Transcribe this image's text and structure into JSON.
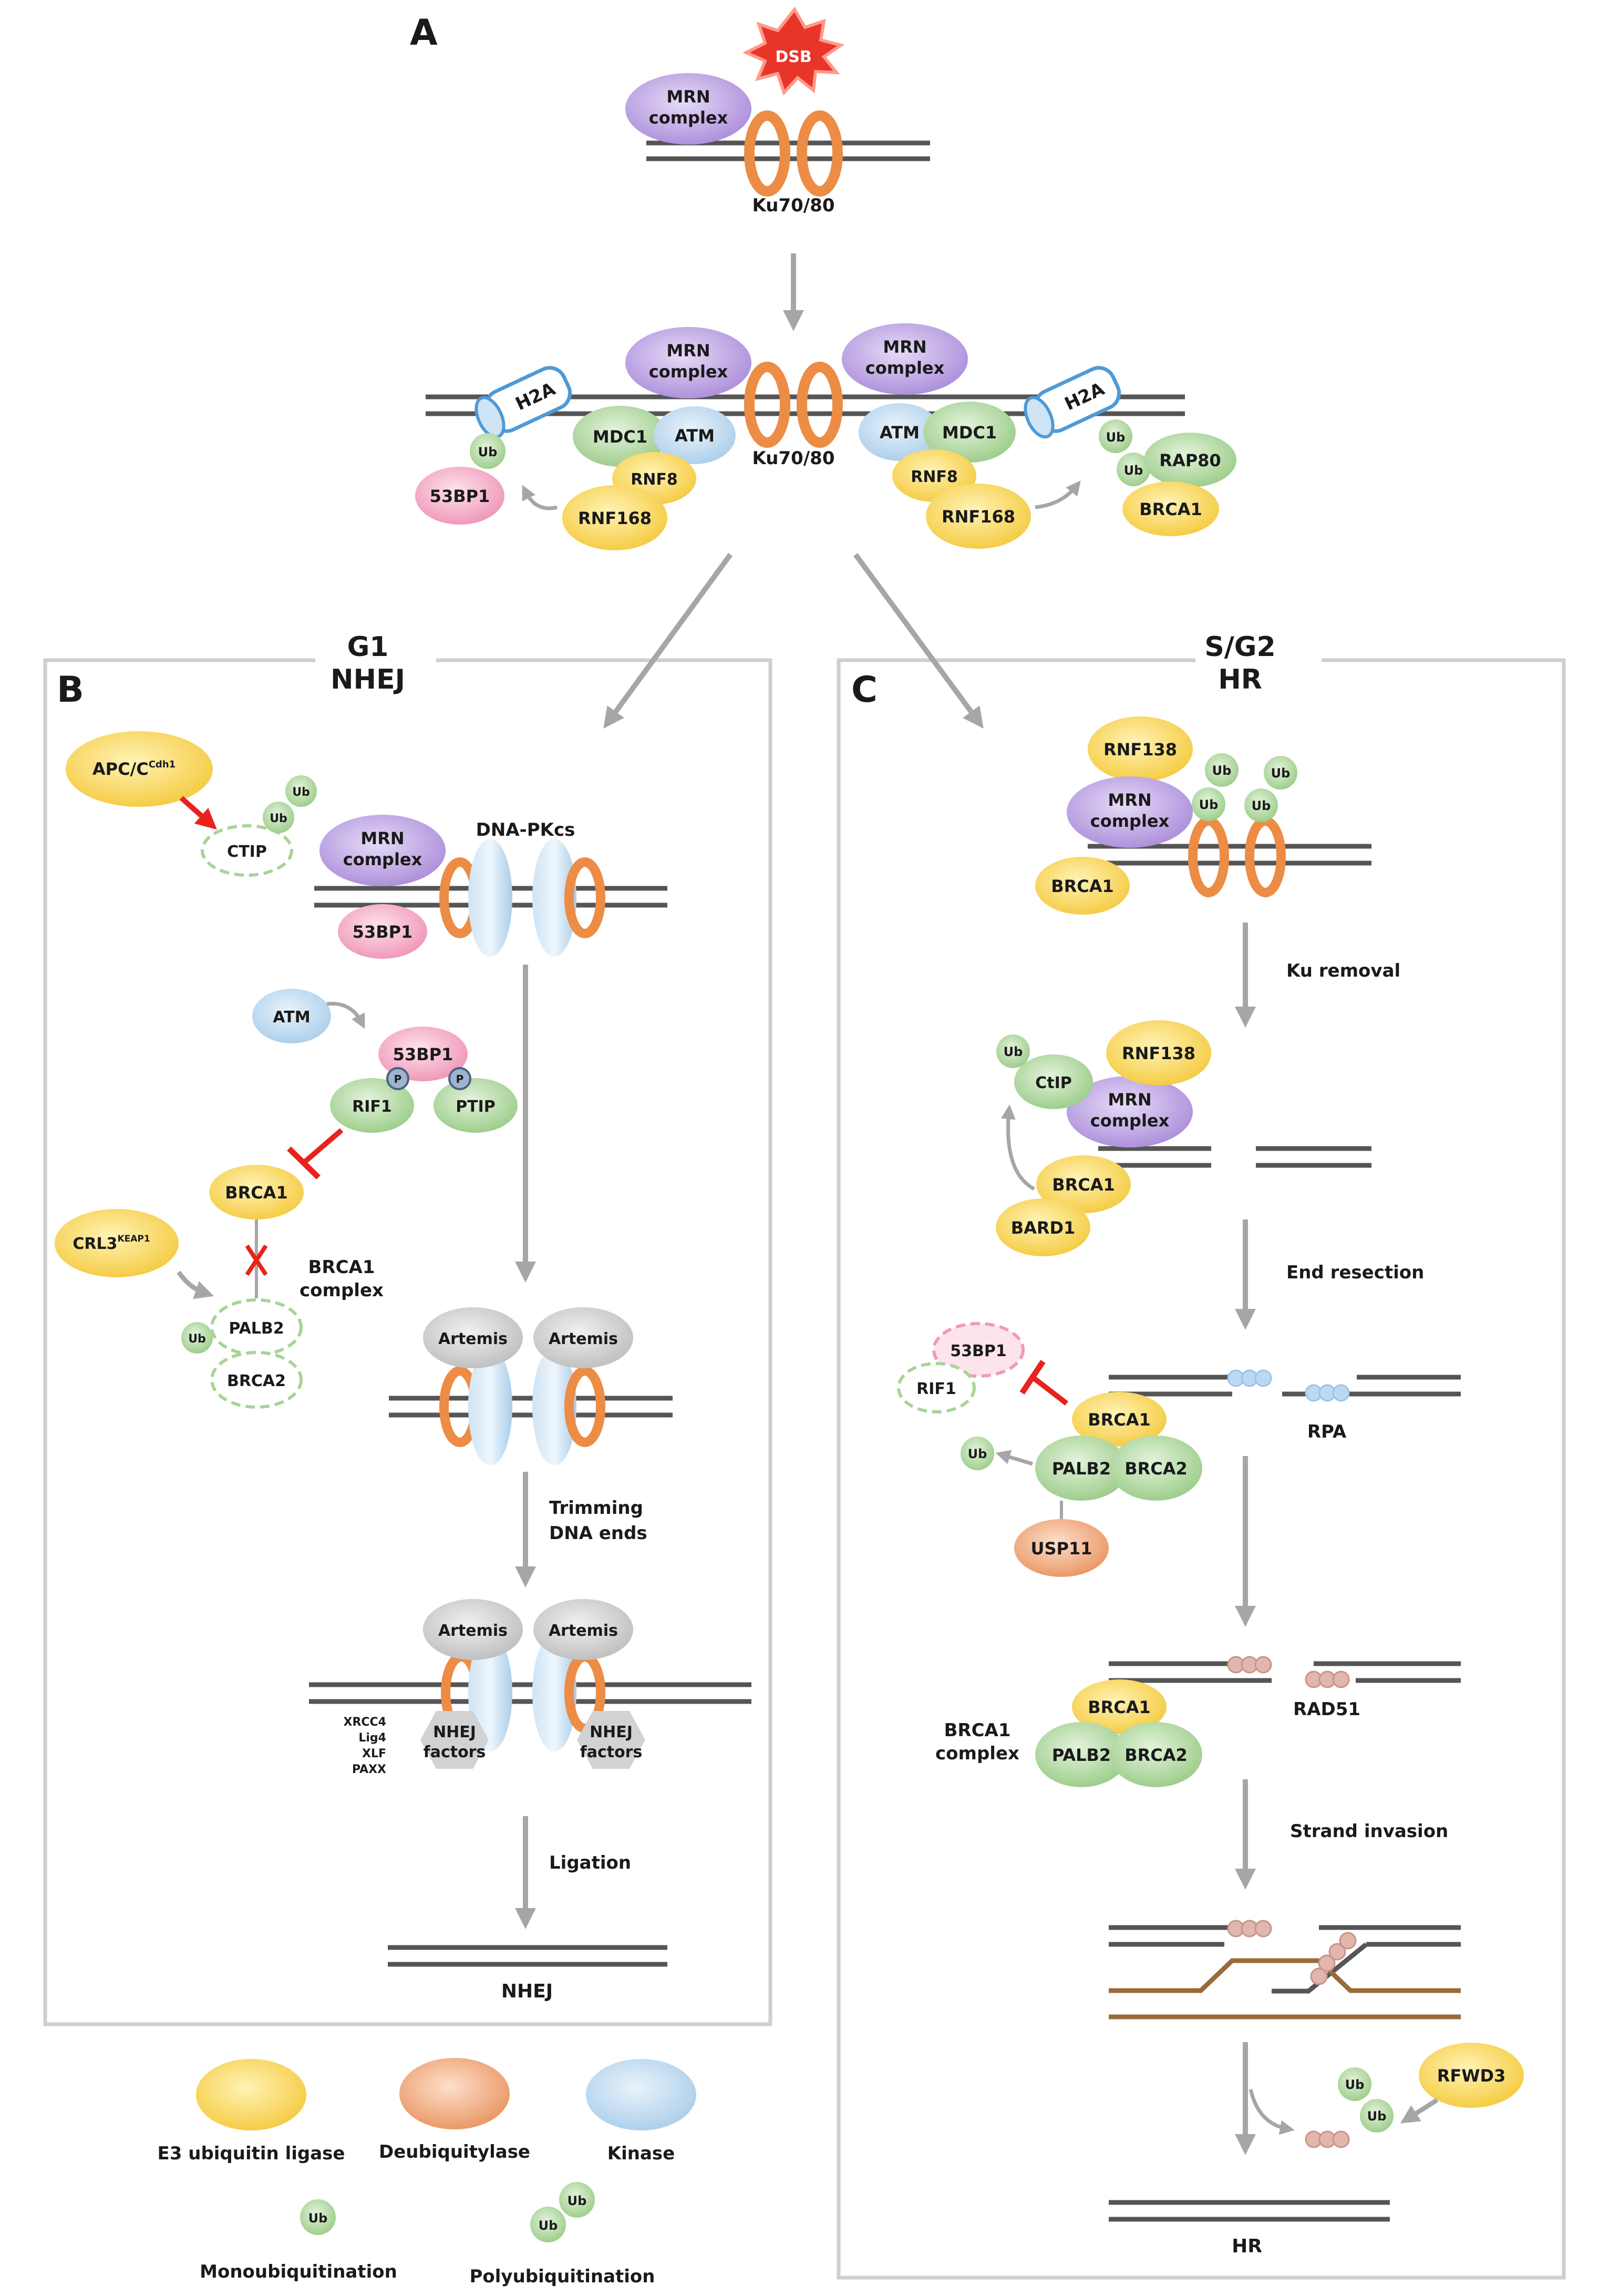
{
  "panels": {
    "a_label": "A",
    "b_label": "B",
    "c_label": "C",
    "b_phase": "G1",
    "b_pathway": "NHEJ",
    "c_phase": "S/G2",
    "c_pathway": "HR"
  },
  "panel_a": {
    "dsb": "DSB",
    "mrn_line1": "MRN",
    "mrn_line2": "complex",
    "ku": "Ku70/80",
    "h2a": "H2A",
    "ub": "Ub",
    "p53bp1": "53BP1",
    "mdc1": "MDC1",
    "atm": "ATM",
    "rnf8": "RNF8",
    "rnf168": "RNF168",
    "rap80": "RAP80",
    "brca1": "BRCA1"
  },
  "panel_b": {
    "apcc": "APC/C",
    "apcc_sup": "Cdh1",
    "ctip": "CTIP",
    "dnapkcs": "DNA-PKcs",
    "p53bp1": "53BP1",
    "atm": "ATM",
    "p": "P",
    "rif1": "RIF1",
    "ptip": "PTIP",
    "brca1": "BRCA1",
    "crl3": "CRL3",
    "crl3_sup": "KEAP1",
    "brca1_complex_line1": "BRCA1",
    "brca1_complex_line2": "complex",
    "palb2": "PALB2",
    "brca2": "BRCA2",
    "artemis": "Artemis",
    "trimming_line1": "Trimming",
    "trimming_line2": "DNA ends",
    "factors_list": [
      "XRCC4",
      "Lig4",
      "XLF",
      "PAXX"
    ],
    "nhej_factors_line1": "NHEJ",
    "nhej_factors_line2": "factors",
    "ligation": "Ligation",
    "result": "NHEJ"
  },
  "panel_c": {
    "rnf138": "RNF138",
    "brca1": "BRCA1",
    "ku_removal": "Ku removal",
    "ctip": "CtIP",
    "bard1": "BARD1",
    "end_resection": "End resection",
    "p53bp1": "53BP1",
    "rif1": "RIF1",
    "rpa": "RPA",
    "palb2": "PALB2",
    "brca2": "BRCA2",
    "usp11": "USP11",
    "rad51": "RAD51",
    "brca1_complex_line1": "BRCA1",
    "brca1_complex_line2": "complex",
    "strand_invasion": "Strand invasion",
    "rfwd3": "RFWD3",
    "result": "HR"
  },
  "legend": {
    "e3": "E3 ubiquitin ligase",
    "dub": "Deubiquitylase",
    "kinase": "Kinase",
    "mono": "Monoubiquitination",
    "poly": "Polyubiquitination"
  },
  "colors": {
    "e3": "#f7d24c",
    "dub": "#eea47a",
    "kinase": "#b7d6ee",
    "mrn": "#b79ce0",
    "p53bp1": "#f4a9c4",
    "green": "#a7d497",
    "artemis": "#c9c9c9",
    "ku": "#f09a52",
    "arrow": "#a6a6a6",
    "inhibit": "#e8231d",
    "rpa": "#bcd9f3",
    "rad51": "#e1b7ad",
    "dna_strand": "#9b6a3a"
  }
}
